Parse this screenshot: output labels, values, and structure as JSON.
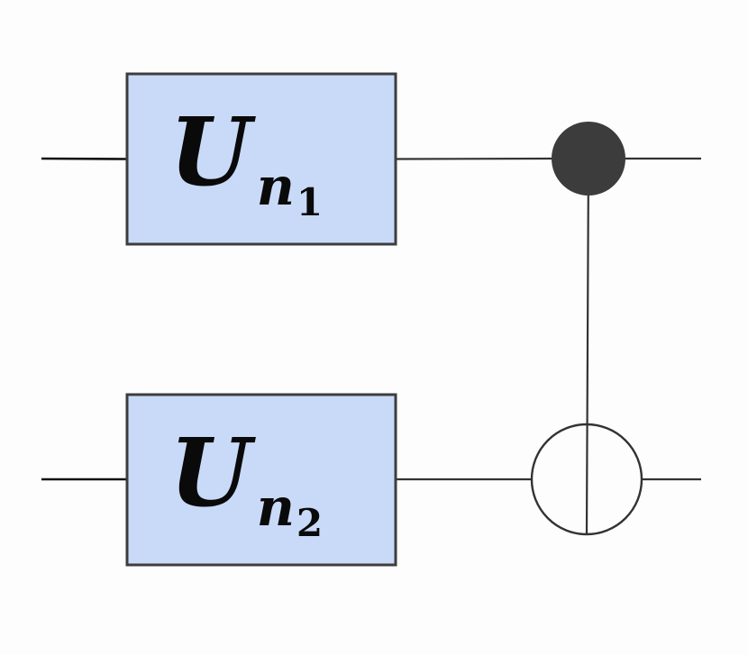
{
  "gates": [
    {
      "symbol": "U",
      "subscript": "n",
      "subscript_index": "1"
    },
    {
      "symbol": "U",
      "subscript": "n",
      "subscript_index": "2"
    }
  ],
  "colors": {
    "gate_fill": "#c9daf8",
    "gate_border": "#3d3d3d",
    "wire": "#333333",
    "control_dot": "#3c3c3c",
    "background": "#fdfdfd"
  },
  "controlled_gate": {
    "type": "CNOT",
    "control_qubit": 0,
    "target_qubit": 1
  }
}
